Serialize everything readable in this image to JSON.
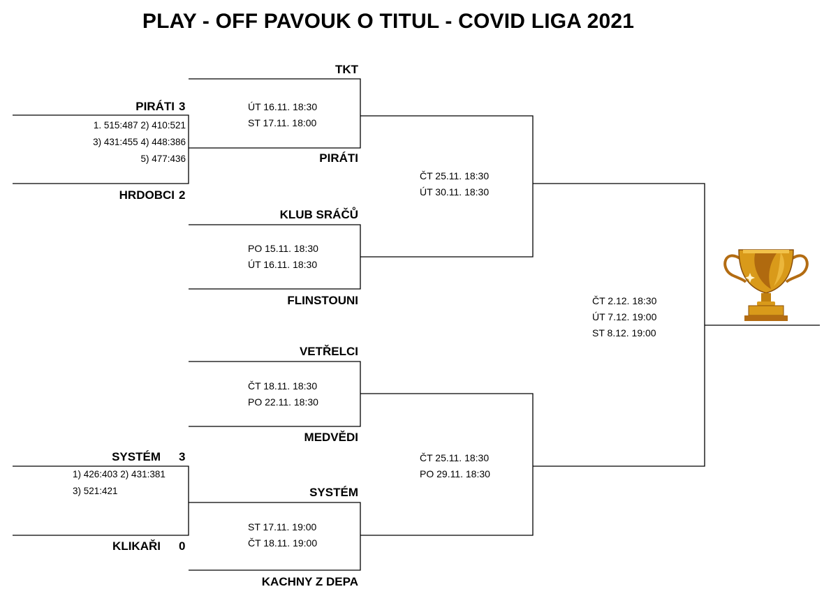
{
  "title": "PLAY - OFF PAVOUK O TITUL - COVID LIGA 2021",
  "preliminary": [
    {
      "winner": "PIRÁTI",
      "winner_score": "3",
      "loser": "HRDOBCI",
      "loser_score": "2",
      "sets": [
        "1. 515:487  2) 410:521",
        "3) 431:455  4) 448:386",
        "5) 477:436"
      ]
    },
    {
      "winner": "SYSTÉM",
      "winner_score": "3",
      "loser": "KLIKAŘI",
      "loser_score": "0",
      "sets": [
        "1) 426:403  2) 431:381",
        "3) 521:421"
      ]
    }
  ],
  "quarterfinals": [
    {
      "top": "TKT",
      "bottom": "PIRÁTI",
      "schedule": [
        "ÚT   16.11. 18:30",
        "ST   17.11. 18:00"
      ]
    },
    {
      "top": "KLUB SRÁČŮ",
      "bottom": "FLINSTOUNI",
      "schedule": [
        "PO  15.11. 18:30",
        "ÚT  16.11.  18:30"
      ]
    },
    {
      "top": "VETŘELCI",
      "bottom": "MEDVĚDI",
      "schedule": [
        "ČT  18.11. 18:30",
        "PO 22.11. 18:30"
      ]
    },
    {
      "top": "SYSTÉM",
      "bottom": "KACHNY Z DEPA",
      "schedule": [
        "ST  17.11. 19:00",
        "ČT  18.11. 19:00"
      ]
    }
  ],
  "semifinals": [
    {
      "schedule": [
        "ČT 25.11. 18:30",
        "ÚT 30.11. 18:30"
      ]
    },
    {
      "schedule": [
        "ČT  25.11.  18:30",
        "PO 29.11.  18:30"
      ]
    }
  ],
  "final": {
    "schedule": [
      "ČT  2.12.  18:30",
      "ÚT  7.12.  19:00",
      "ST   8.12.  19:00"
    ]
  },
  "trophy_icon": "trophy-icon",
  "colors": {
    "line": "#000000",
    "trophy_gold": "#d99a1a",
    "trophy_dark": "#a8620e",
    "trophy_light": "#f2c24a"
  }
}
